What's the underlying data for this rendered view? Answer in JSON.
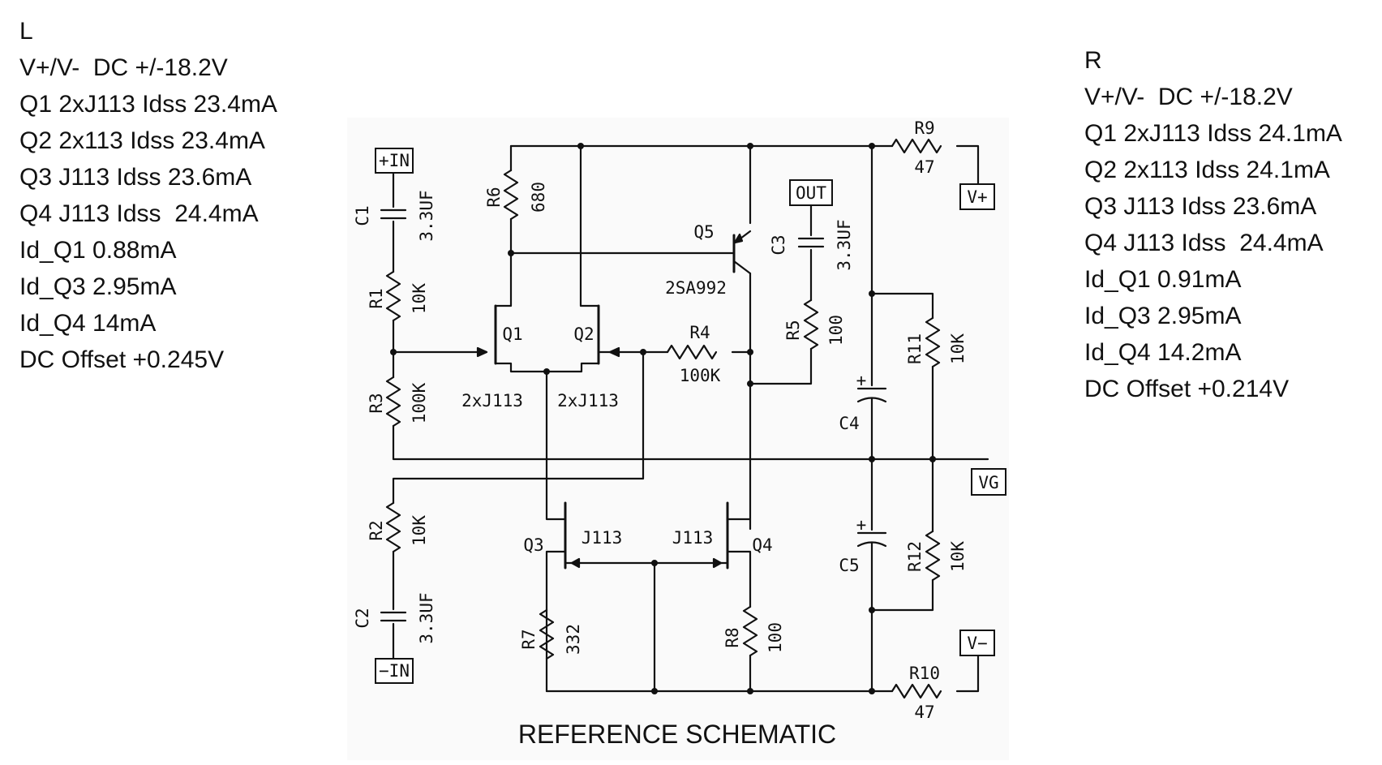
{
  "left_notes": {
    "header": "L",
    "lines": [
      "V+/V-  DC +/-18.2V",
      "Q1 2xJ113 Idss 23.4mA",
      "Q2 2x113 Idss 23.4mA",
      "Q3 J113 Idss 23.6mA",
      "Q4 J113 Idss  24.4mA",
      "Id_Q1 0.88mA",
      "Id_Q3 2.95mA",
      "Id_Q4 14mA",
      "DC Offset +0.245V"
    ]
  },
  "right_notes": {
    "header": "R",
    "lines": [
      "V+/V-  DC +/-18.2V",
      "Q1 2xJ113 Idss 24.1mA",
      "Q2 2x113 Idss 24.1mA",
      "Q3 J113 Idss 23.6mA",
      "Q4 J113 Idss  24.4mA",
      "Id_Q1 0.91mA",
      "Id_Q3 2.95mA",
      "Id_Q4 14.2mA",
      "DC Offset +0.214V"
    ]
  },
  "schematic": {
    "title": "REFERENCE SCHEMATIC",
    "ports": {
      "in_plus": "+IN",
      "in_minus": "−IN",
      "out": "OUT",
      "v_plus": "V+",
      "v_minus": "V−",
      "vg": "VG"
    },
    "components": {
      "c1": {
        "ref": "C1",
        "value": "3.3UF"
      },
      "c2": {
        "ref": "C2",
        "value": "3.3UF"
      },
      "c3": {
        "ref": "C3",
        "value": "3.3UF"
      },
      "c4": {
        "ref": "C4",
        "plus": "+"
      },
      "c5": {
        "ref": "C5",
        "plus": "+"
      },
      "r1": {
        "ref": "R1",
        "value": "10K"
      },
      "r2": {
        "ref": "R2",
        "value": "10K"
      },
      "r3": {
        "ref": "R3",
        "value": "100K"
      },
      "r4": {
        "ref": "R4",
        "value": "100K"
      },
      "r5": {
        "ref": "R5",
        "value": "100"
      },
      "r6": {
        "ref": "R6",
        "value": "680"
      },
      "r7": {
        "ref": "R7",
        "value": "332"
      },
      "r8": {
        "ref": "R8",
        "value": "100"
      },
      "r9": {
        "ref": "R9",
        "value": "47"
      },
      "r10": {
        "ref": "R10",
        "value": "47"
      },
      "r11": {
        "ref": "R11",
        "value": "10K"
      },
      "r12": {
        "ref": "R12",
        "value": "10K"
      },
      "q1": {
        "ref": "Q1",
        "value": "2xJ113"
      },
      "q2": {
        "ref": "Q2",
        "value": "2xJ113"
      },
      "q3": {
        "ref": "Q3",
        "value": "J113"
      },
      "q4": {
        "ref": "Q4",
        "value": "J113"
      },
      "q5": {
        "ref": "Q5",
        "value": "2SA992"
      }
    }
  }
}
